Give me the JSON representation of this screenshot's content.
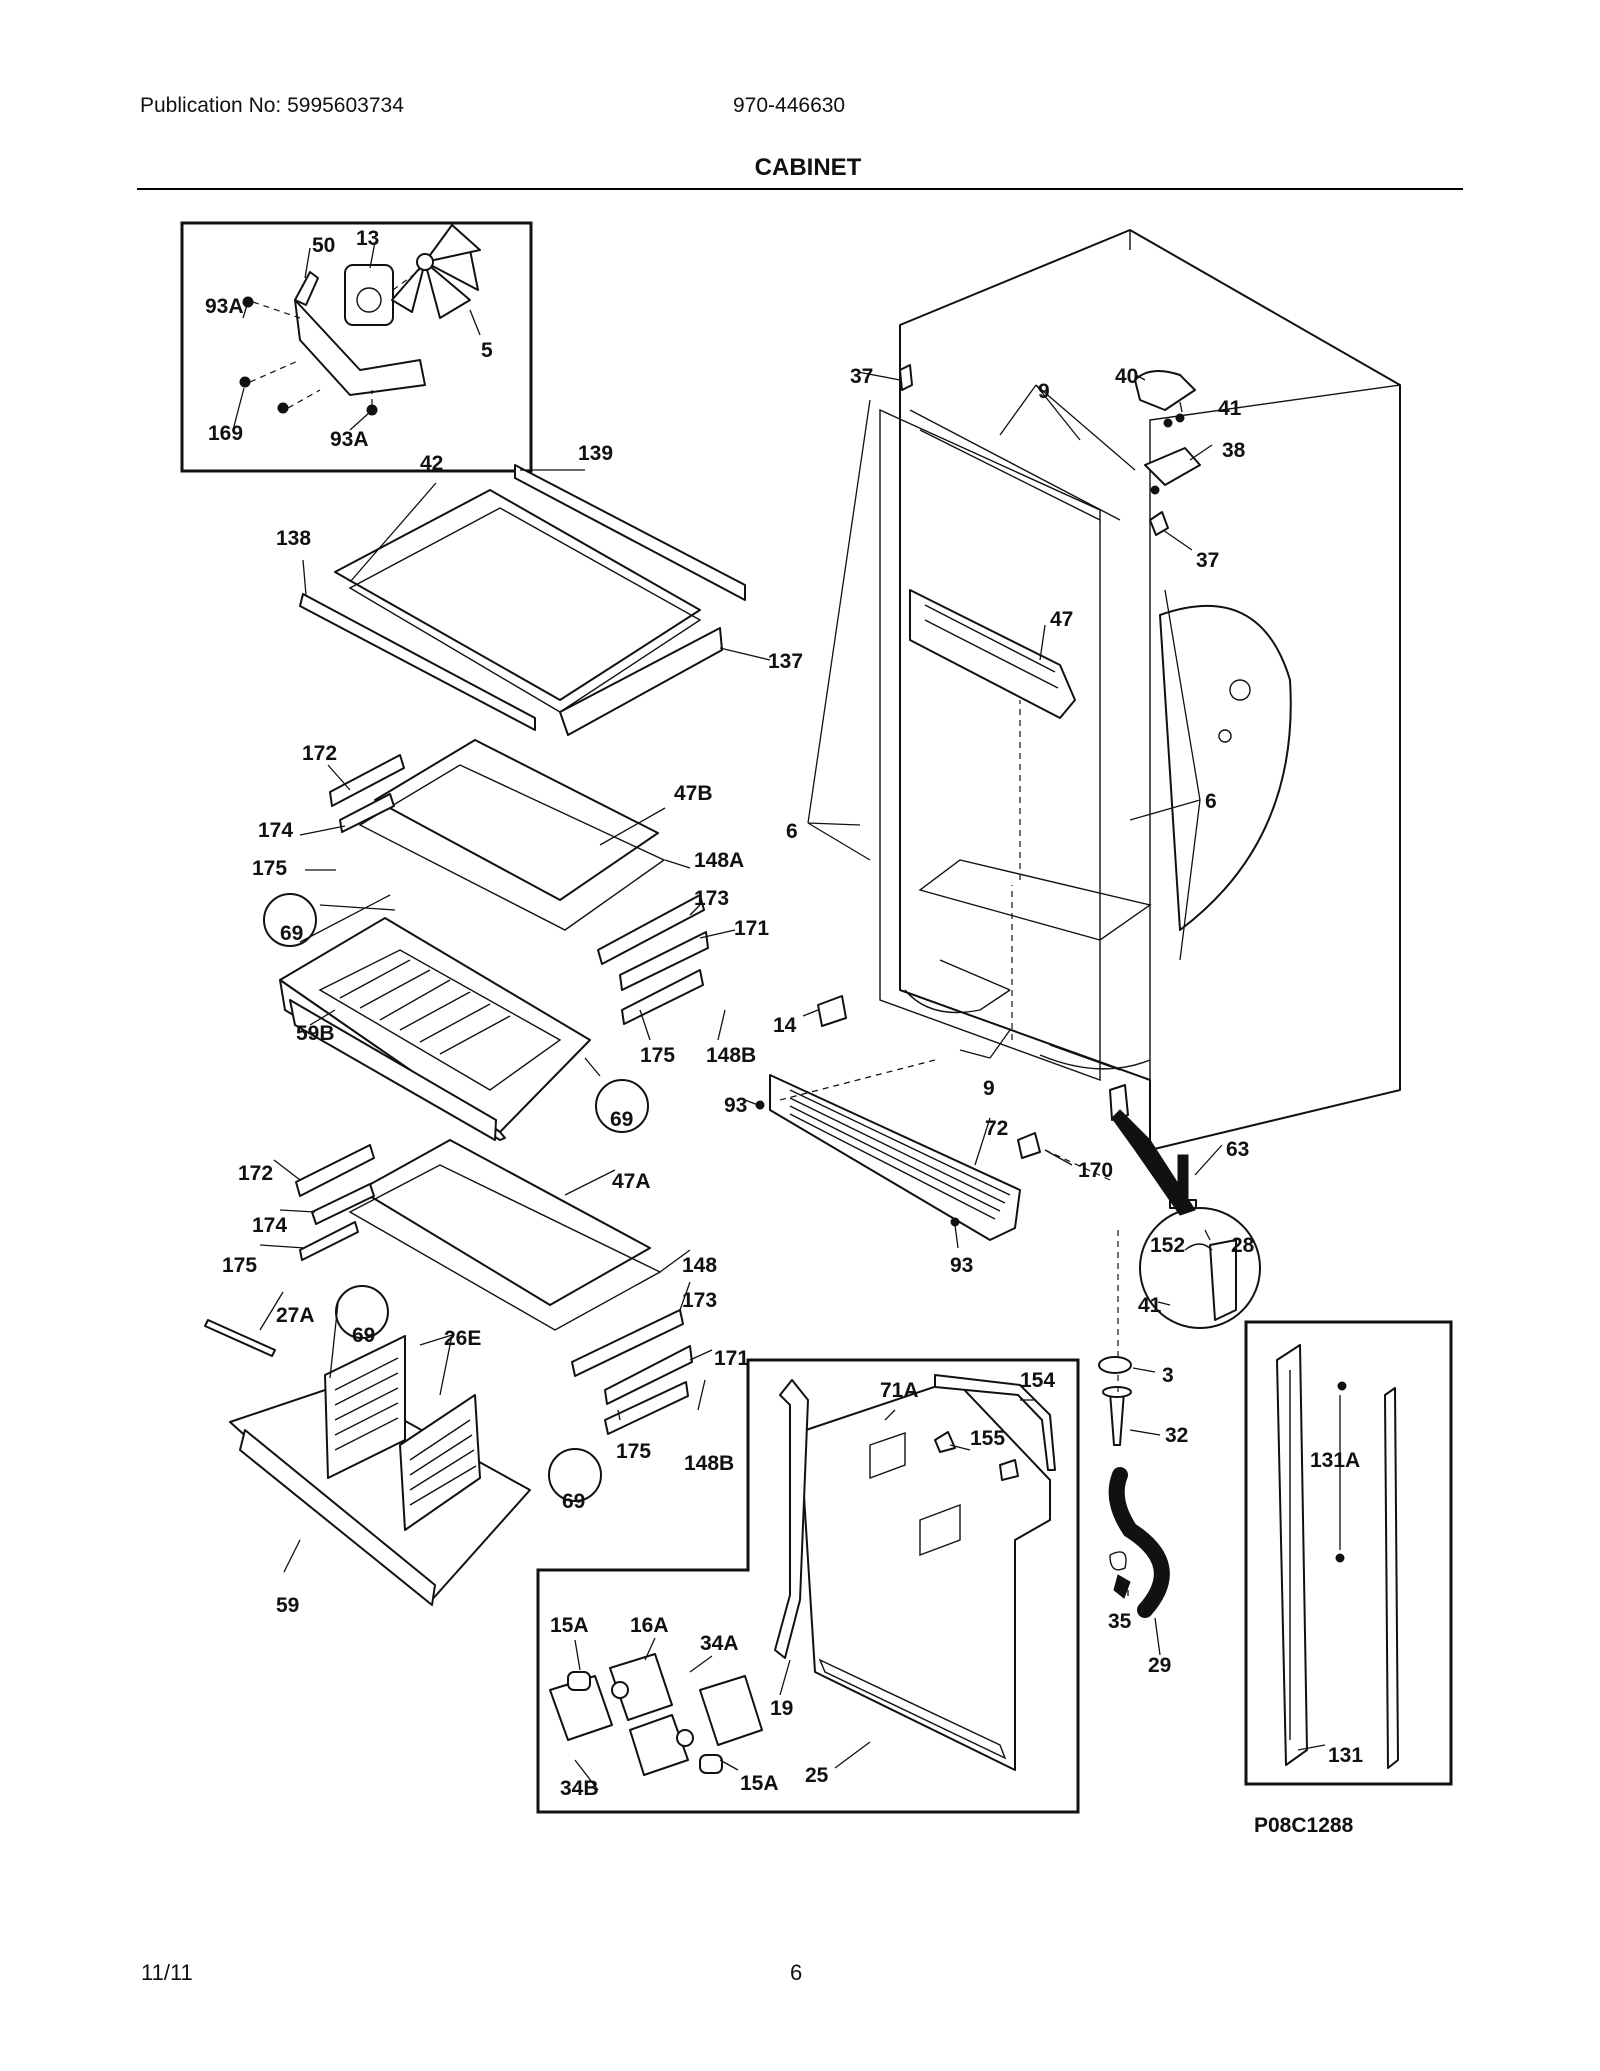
{
  "header": {
    "publication": "Publication No: 5995603734",
    "model": "970-446630",
    "title": "CABINET"
  },
  "footer": {
    "date": "11/11",
    "page": "6"
  },
  "diagram_code": "P08C1288",
  "callouts": {
    "c50": "50",
    "c13": "13",
    "c93A_a": "93A",
    "c5": "5",
    "c169": "169",
    "c93A_b": "93A",
    "c42": "42",
    "c139": "139",
    "c138": "138",
    "c137": "137",
    "c172_a": "172",
    "c47B": "47B",
    "c174_a": "174",
    "c175_a": "175",
    "c148A": "148A",
    "c173_a": "173",
    "c171_a": "171",
    "c69_a": "69",
    "c175_b": "175",
    "c148B_a": "148B",
    "c59B": "59B",
    "c69_b": "69",
    "c172_b": "172",
    "c47A": "47A",
    "c174_b": "174",
    "c175_c": "175",
    "c148": "148",
    "c173_b": "173",
    "c27A": "27A",
    "c69_c": "69",
    "c26E": "26E",
    "c171_b": "171",
    "c175_d": "175",
    "c148B_b": "148B",
    "c69_d": "69",
    "c59": "59",
    "c37_a": "37",
    "c9_a": "9",
    "c40": "40",
    "c41_a": "41",
    "c38": "38",
    "c37_b": "37",
    "c47": "47",
    "c6_a": "6",
    "c6_b": "6",
    "c14": "14",
    "c9_b": "9",
    "c93_a": "93",
    "c72": "72",
    "c170": "170",
    "c93_b": "93",
    "c63": "63",
    "c152": "152",
    "c28": "28",
    "c41_b": "41",
    "c3": "3",
    "c32": "32",
    "c35": "35",
    "c29": "29",
    "c71A": "71A",
    "c154": "154",
    "c155": "155",
    "c15A_a": "15A",
    "c16A": "16A",
    "c34A": "34A",
    "c19": "19",
    "c34B": "34B",
    "c15A_b": "15A",
    "c25": "25",
    "c131A": "131A",
    "c131": "131"
  }
}
